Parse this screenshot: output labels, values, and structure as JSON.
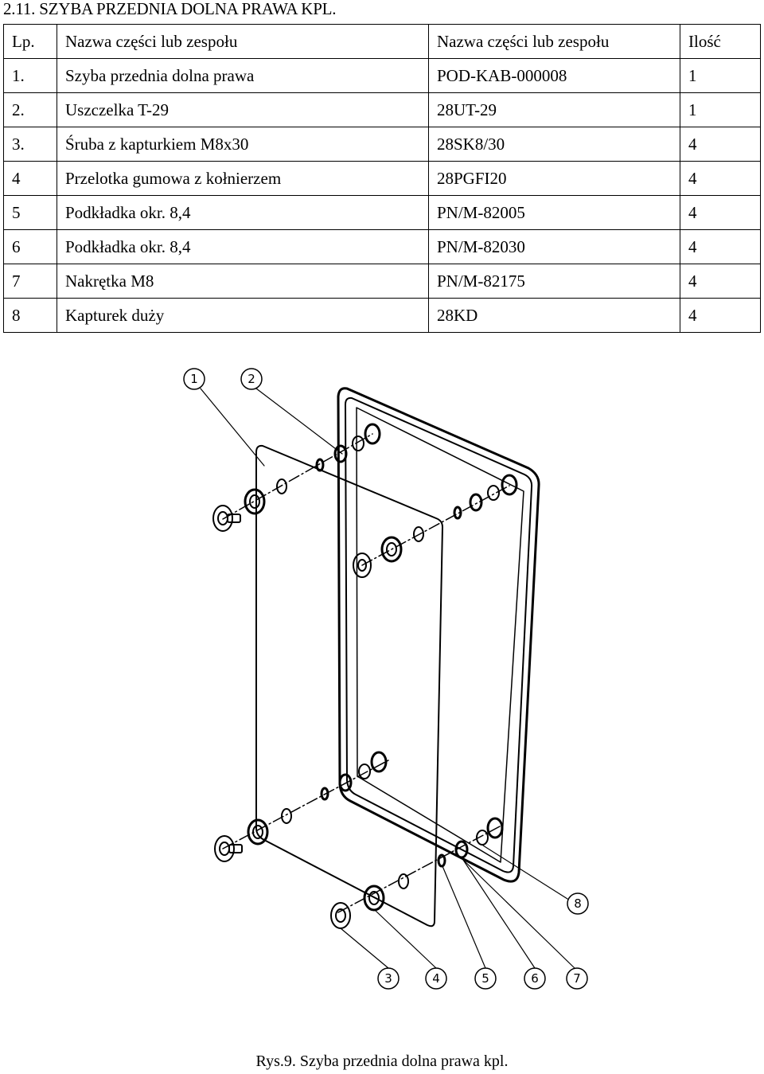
{
  "section_title": "2.11. SZYBA PRZEDNIA DOLNA PRAWA KPL.",
  "table": {
    "headers": [
      "Lp.",
      "Nazwa części lub zespołu",
      "Nazwa części lub zespołu",
      "Ilość"
    ],
    "rows": [
      [
        "1.",
        "Szyba przednia dolna prawa",
        "POD-KAB-000008",
        "1"
      ],
      [
        "2.",
        "Uszczelka T-29",
        "28UT-29",
        "1"
      ],
      [
        "3.",
        "Śruba z kapturkiem M8x30",
        "28SK8/30",
        "4"
      ],
      [
        "4",
        "Przelotka gumowa z kołnierzem",
        "28PGFI20",
        "4"
      ],
      [
        "5",
        "Podkładka okr. 8,4",
        "PN/M-82005",
        "4"
      ],
      [
        "6",
        "Podkładka okr. 8,4",
        "PN/M-82030",
        "4"
      ],
      [
        "7",
        "Nakrętka M8",
        "PN/M-82175",
        "4"
      ],
      [
        "8",
        "Kapturek duży",
        "28KD",
        "4"
      ]
    ]
  },
  "drawing": {
    "callouts": [
      "1",
      "2",
      "3",
      "4",
      "5",
      "6",
      "7",
      "8"
    ]
  },
  "caption": "Rys.9. Szyba przednia dolna prawa kpl."
}
